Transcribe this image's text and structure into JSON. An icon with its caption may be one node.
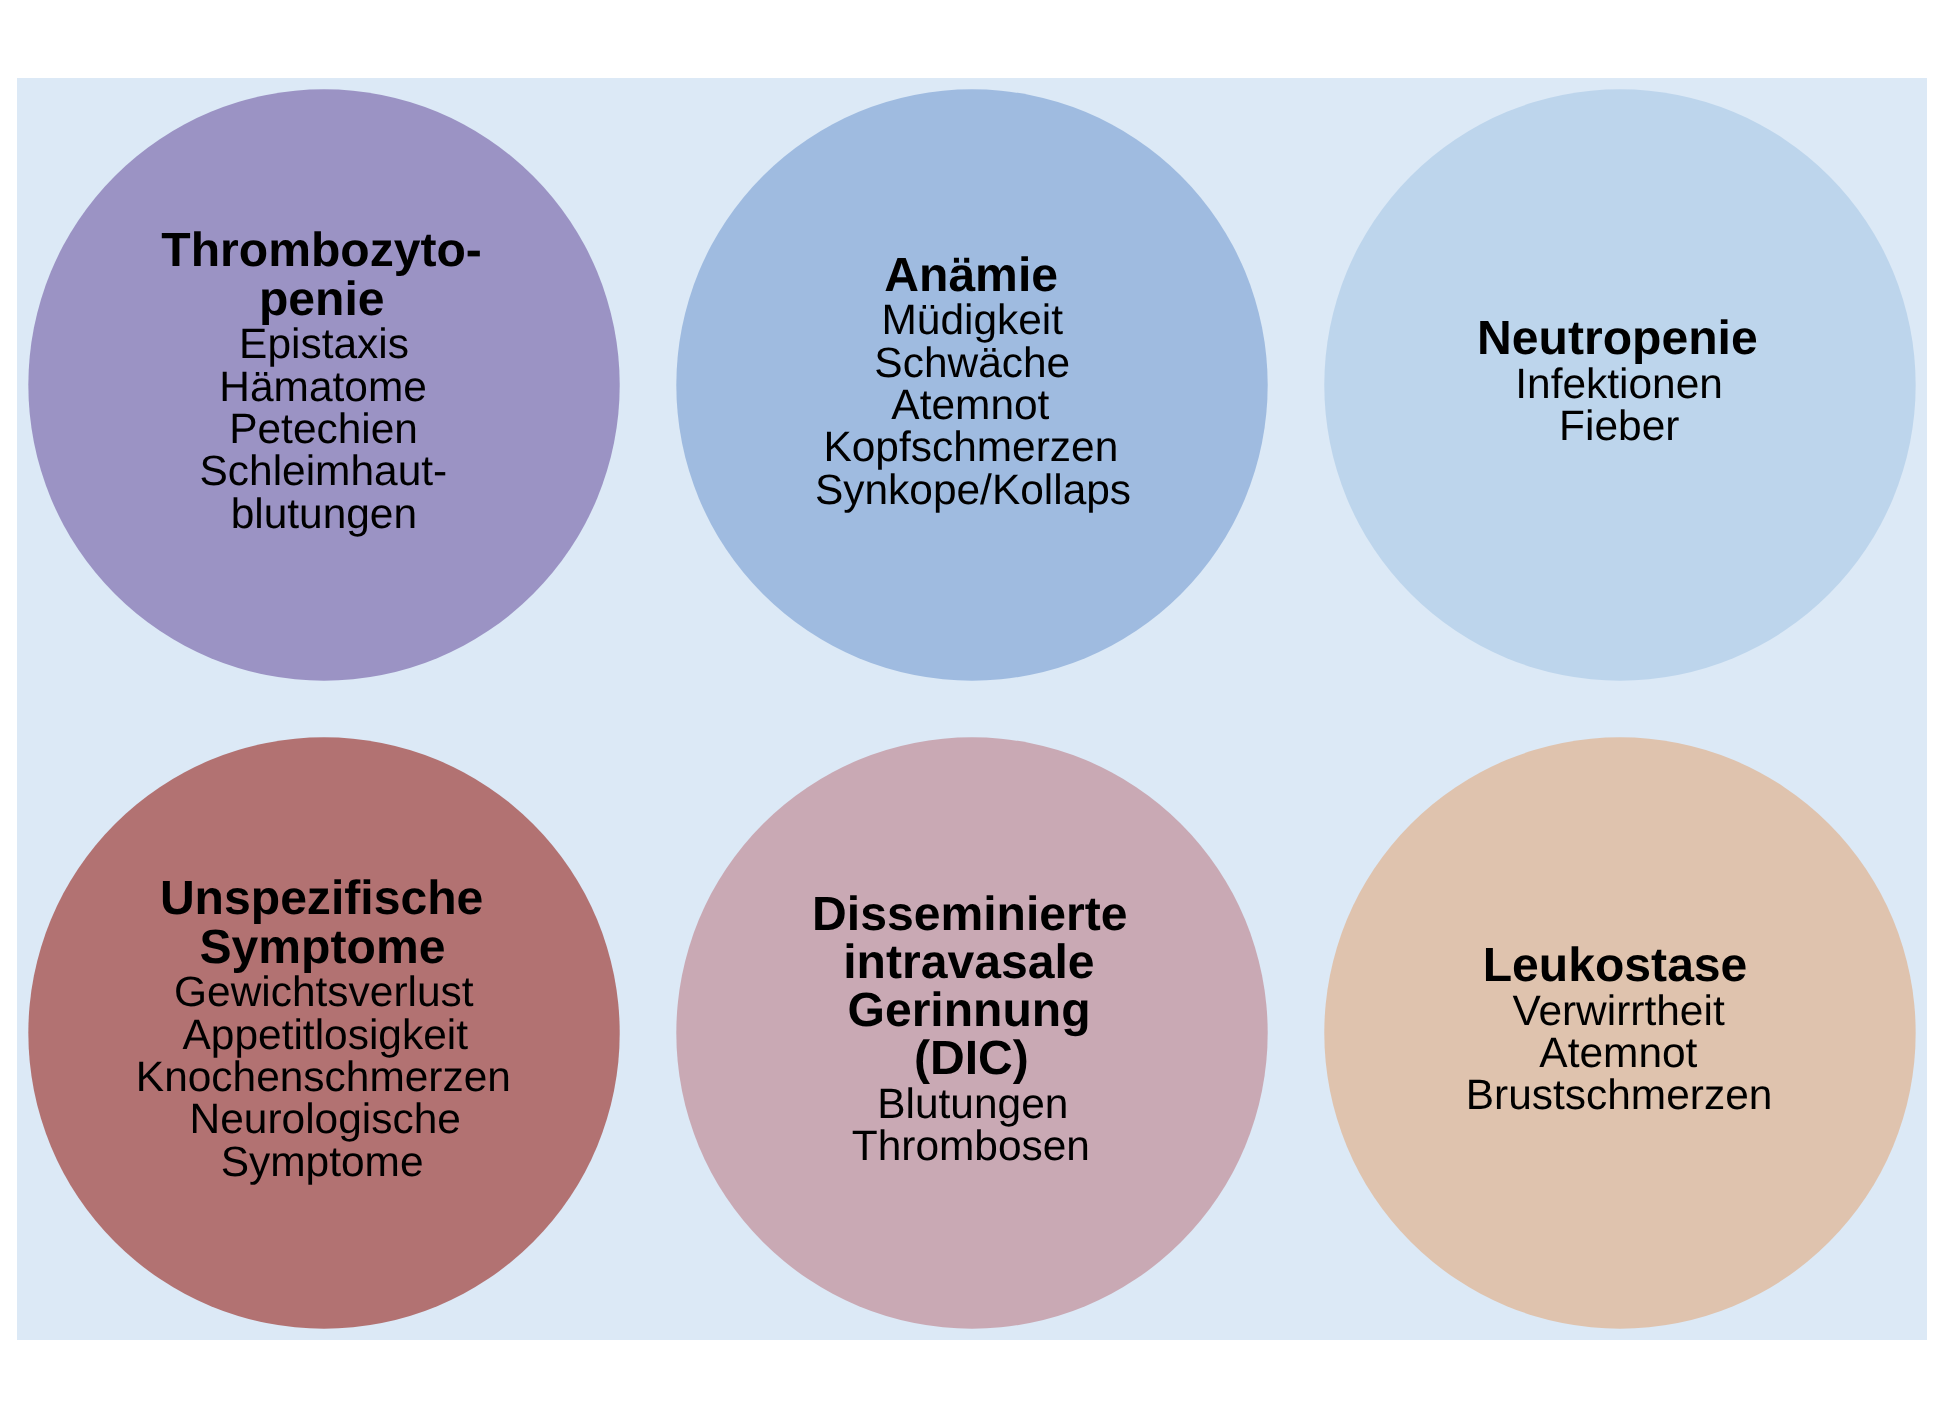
{
  "diagram": {
    "nodes": [
      {
        "text": [
          "Thrombozyto-penie",
          "Epistaxis",
          "Hämatome",
          "Petechien",
          "Schleimhaut-blutungen"
        ]
      },
      {
        "text": [
          "Anämie",
          "Müdigkeit",
          "Schwäche",
          "Atemnot",
          "Kopfschmerzen",
          "Synkope/Kollaps"
        ]
      },
      {
        "text": [
          "Neutropenie",
          "Infektionen",
          "Fieber"
        ]
      },
      {
        "text": [
          "Unspezifische Symptome",
          "Gewichtsverlust",
          "Appetitlosigkeit",
          "Knochenschmerzen",
          "Neurologische Symptome"
        ]
      },
      {
        "text": [
          "Disseminierte intravasale Gerinnung (DIC)",
          "Blutungen",
          "Thrombosen"
        ]
      },
      {
        "text": [
          "Leukostase",
          "Verwirrtheit",
          "Atemnot",
          "Brustschmerzen"
        ]
      }
    ]
  }
}
